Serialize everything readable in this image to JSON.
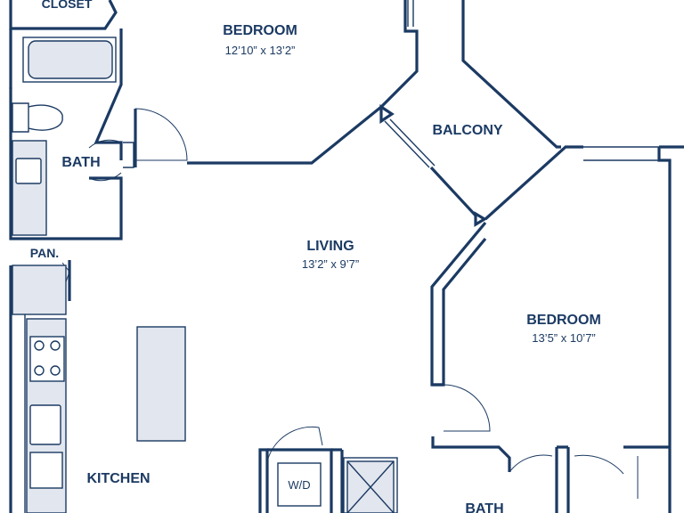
{
  "rooms": {
    "closet": {
      "name": "CLOSET"
    },
    "bedroom_top": {
      "name": "BEDROOM",
      "size": "12’10” x 13’2”"
    },
    "balcony": {
      "name": "BALCONY"
    },
    "bath_left": {
      "name": "BATH"
    },
    "pantry": {
      "name": "PAN."
    },
    "living": {
      "name": "LIVING",
      "size": "13’2” x 9’7”"
    },
    "bedroom_right": {
      "name": "BEDROOM",
      "size": "13’5” x 10’7”"
    },
    "washer_dryer": {
      "name": "W/D"
    },
    "kitchen": {
      "name": "KITCHEN"
    },
    "bath_bottom": {
      "name": "BATH"
    }
  },
  "colors": {
    "wall": "#1b3a63",
    "fixture_fill": "#e2e6ee",
    "background": "#ffffff"
  }
}
